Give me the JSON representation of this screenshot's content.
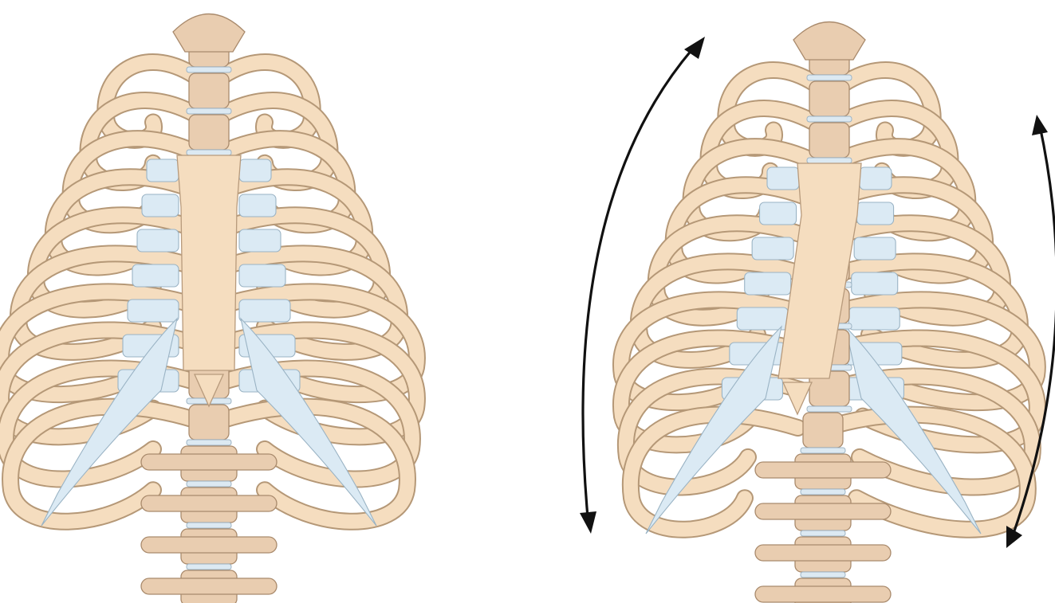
{
  "figure": {
    "panels": [
      {
        "id": "left",
        "state": "neutral"
      },
      {
        "id": "right",
        "state": "rotated",
        "arrows": [
          "left-curved-double-arrow",
          "right-curved-double-arrow"
        ]
      }
    ]
  },
  "colors": {
    "bone": "#f5ddbf",
    "bone_outline": "#b59877",
    "cartilage": "#dbeaf4",
    "arrow": "#111111"
  }
}
